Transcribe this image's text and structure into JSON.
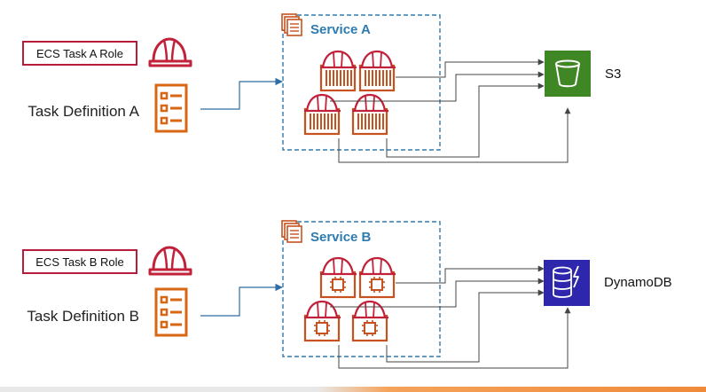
{
  "colors": {
    "role_border": "#b71c3a",
    "role_icon": "#c2213a",
    "task_def_icon": "#d86613",
    "container": "#c7511f",
    "service_border": "#2e7bb0",
    "service_title": "#2e7bb0",
    "arrow": "#2e6ea3",
    "line": "#444444",
    "s3_fill": "#3f8624",
    "dynamodb_fill": "#2e27ad"
  },
  "groups": [
    {
      "role_label": "ECS Task A Role",
      "task_definition_label": "Task Definition A",
      "service_title": "Service A",
      "container_type": "container",
      "target_label": "S3",
      "target_icon": "s3-bucket-icon"
    },
    {
      "role_label": "ECS Task B Role",
      "task_definition_label": "Task Definition B",
      "service_title": "Service B",
      "container_type": "chip",
      "target_label": "DynamoDB",
      "target_icon": "dynamodb-icon"
    }
  ]
}
